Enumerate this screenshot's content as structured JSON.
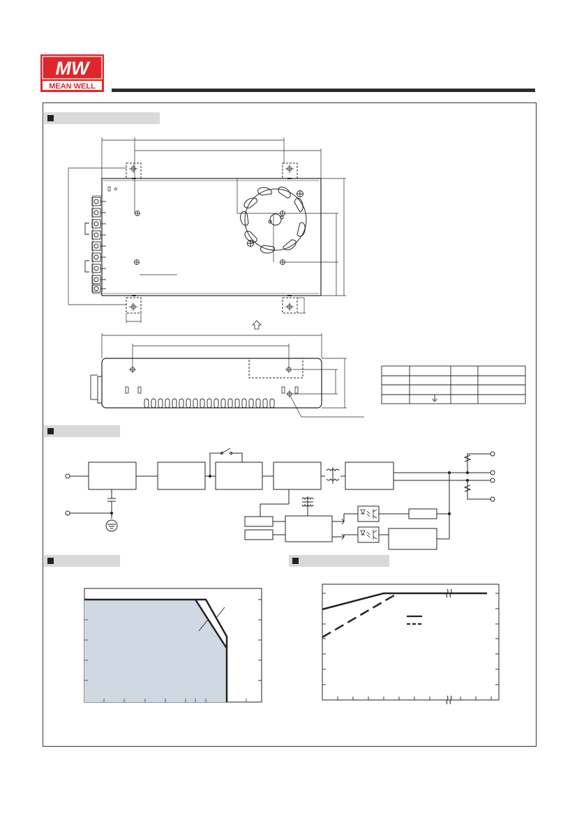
{
  "header": {
    "logo_text": "MEAN WELL",
    "logo_mark": "MW",
    "brand_color": "#e0262a"
  },
  "sections": [
    {
      "id": "mechanical-specification"
    },
    {
      "id": "block-diagram"
    },
    {
      "id": "derating-curve"
    },
    {
      "id": "static-characteristics"
    }
  ],
  "terminal_table": {
    "ground_symbol": "⏚"
  },
  "derating_chart": {
    "fill_color": "#d0d9e2"
  },
  "static_chart": {
    "break_symbol": "≈"
  }
}
